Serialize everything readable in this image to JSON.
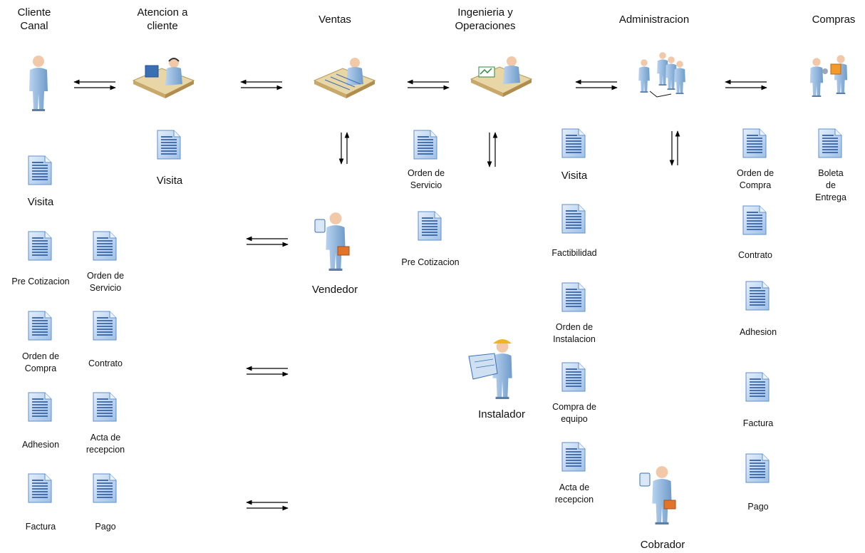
{
  "columns": {
    "cliente": "Cliente\nCanal",
    "atencion": "Atencion a\ncliente",
    "ventas": "Ventas",
    "ingenieria": "Ingenieria y\nOperaciones",
    "administracion": "Administracion",
    "compras": "Compras"
  },
  "actors": {
    "vendedor": "Vendedor",
    "instalador": "Instalador",
    "cobrador": "Cobrador"
  },
  "documents": {
    "cliente_visita": "Visita",
    "cliente_pre_cotizacion": "Pre Cotizacion",
    "cliente_orden_servicio": "Orden de\nServicio",
    "cliente_orden_compra": "Orden de\nCompra",
    "cliente_contrato": "Contrato",
    "cliente_adhesion": "Adhesion",
    "cliente_acta": "Acta de\nrecepcion",
    "cliente_factura": "Factura",
    "cliente_pago": "Pago",
    "atencion_visita": "Visita",
    "ventas_orden_servicio": "Orden de\nServicio",
    "ventas_pre_cotizacion": "Pre Cotizacion",
    "ing_visita": "Visita",
    "ing_factibilidad": "Factibilidad",
    "ing_orden_instalacion": "Orden de\nInstalacion",
    "ing_compra_equipo": "Compra de\nequipo",
    "ing_acta": "Acta de\nrecepcion",
    "adm_orden_compra": "Orden de\nCompra",
    "adm_contrato": "Contrato",
    "adm_adhesion": "Adhesion",
    "adm_factura": "Factura",
    "adm_pago": "Pago",
    "compras_boleta": "Boleta de\nEntrega"
  },
  "colors": {
    "doc_fill": "#c9dcf2",
    "doc_lines": "#1f4fa0",
    "person": "#8fb4da",
    "skin": "#f2c9a8",
    "desk": "#e9d6a6"
  }
}
